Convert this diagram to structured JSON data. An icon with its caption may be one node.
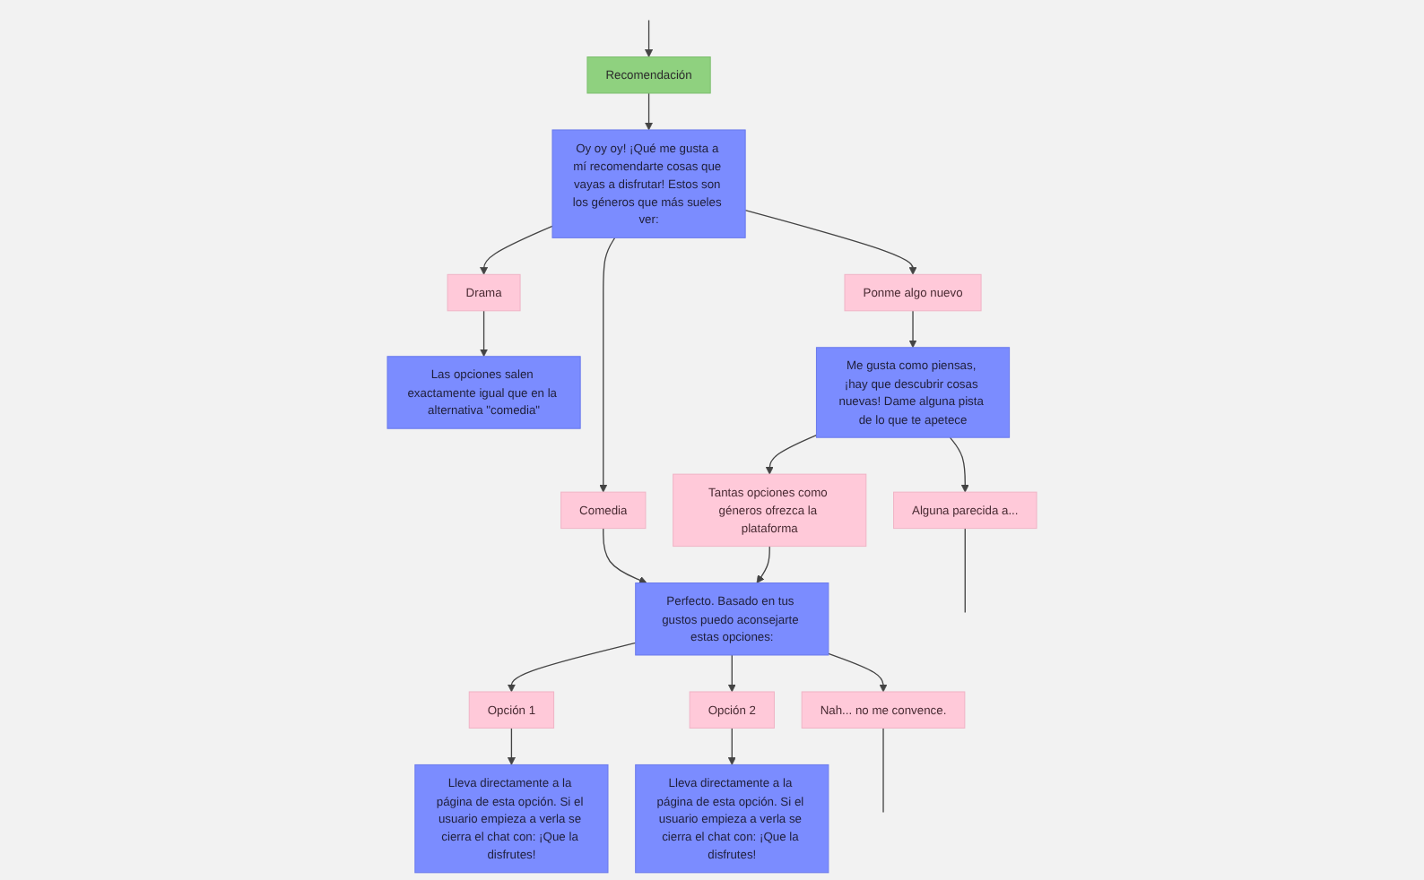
{
  "diagram": {
    "nodes": [
      {
        "text": [
          "Recomendación"
        ]
      },
      {
        "text": [
          "Oy oy oy! ¡Qué me gusta a mí recomendarte cosas que vayas a disfrutar! Estos son los géneros que más sueles ver:"
        ]
      },
      {
        "text": [
          "Comedia"
        ]
      },
      {
        "text": [
          "Drama"
        ]
      },
      {
        "text": [
          "Ponme algo nuevo"
        ]
      },
      {
        "text": [
          "Perfecto. Basado en tus gustos puedo aconsejarte estas opciones:"
        ]
      },
      {
        "text": [
          "Las opciones salen exactamente igual que en la alternativa \"comedia\""
        ]
      },
      {
        "text": [
          "Me gusta como piensas, ¡hay que descubrir cosas nuevas! Dame alguna pista de lo que te apetece"
        ]
      },
      {
        "text": [
          "Opción 1"
        ]
      },
      {
        "text": [
          "Opción 2"
        ]
      },
      {
        "text": [
          "Nah... no me convence."
        ]
      },
      {
        "text": [
          "Tantas opciones como géneros ofrezca la plataforma"
        ]
      },
      {
        "text": [
          "Alguna parecida a..."
        ]
      },
      {
        "text": [
          "Lleva directamente a la página de esta opción. Si el usuario empieza a verla se cierra el chat con: ¡Que la disfrutes!"
        ]
      },
      {
        "text": [
          "Lleva directamente a la página de esta opción. Si el usuario empieza a verla se cierra el chat con: ¡Que la disfrutes!"
        ]
      }
    ],
    "edges": [
      {
        "from": null,
        "to": 0,
        "arrow": "to"
      },
      {
        "from": 0,
        "to": 1,
        "arrow": "to"
      },
      {
        "from": 1,
        "to": 2,
        "arrow": "to"
      },
      {
        "from": 1,
        "to": 3,
        "arrow": "to"
      },
      {
        "from": 1,
        "to": 4,
        "arrow": "to"
      },
      {
        "from": 2,
        "to": 5,
        "arrow": "to"
      },
      {
        "from": 3,
        "to": 6,
        "arrow": "to"
      },
      {
        "from": 4,
        "to": 7,
        "arrow": "to"
      },
      {
        "from": 7,
        "to": 11,
        "arrow": "to"
      },
      {
        "from": 7,
        "to": 12,
        "arrow": "to"
      },
      {
        "from": 11,
        "to": 5,
        "arrow": "to"
      },
      {
        "from": 5,
        "to": 8,
        "arrow": "to"
      },
      {
        "from": 5,
        "to": 9,
        "arrow": "to"
      },
      {
        "from": 5,
        "to": 10,
        "arrow": "to"
      },
      {
        "from": 8,
        "to": 13,
        "arrow": "to"
      },
      {
        "from": 9,
        "to": 14,
        "arrow": "to"
      },
      {
        "from": 10,
        "to": null,
        "arrow": "none"
      },
      {
        "from": 12,
        "to": null,
        "arrow": "none"
      }
    ]
  }
}
